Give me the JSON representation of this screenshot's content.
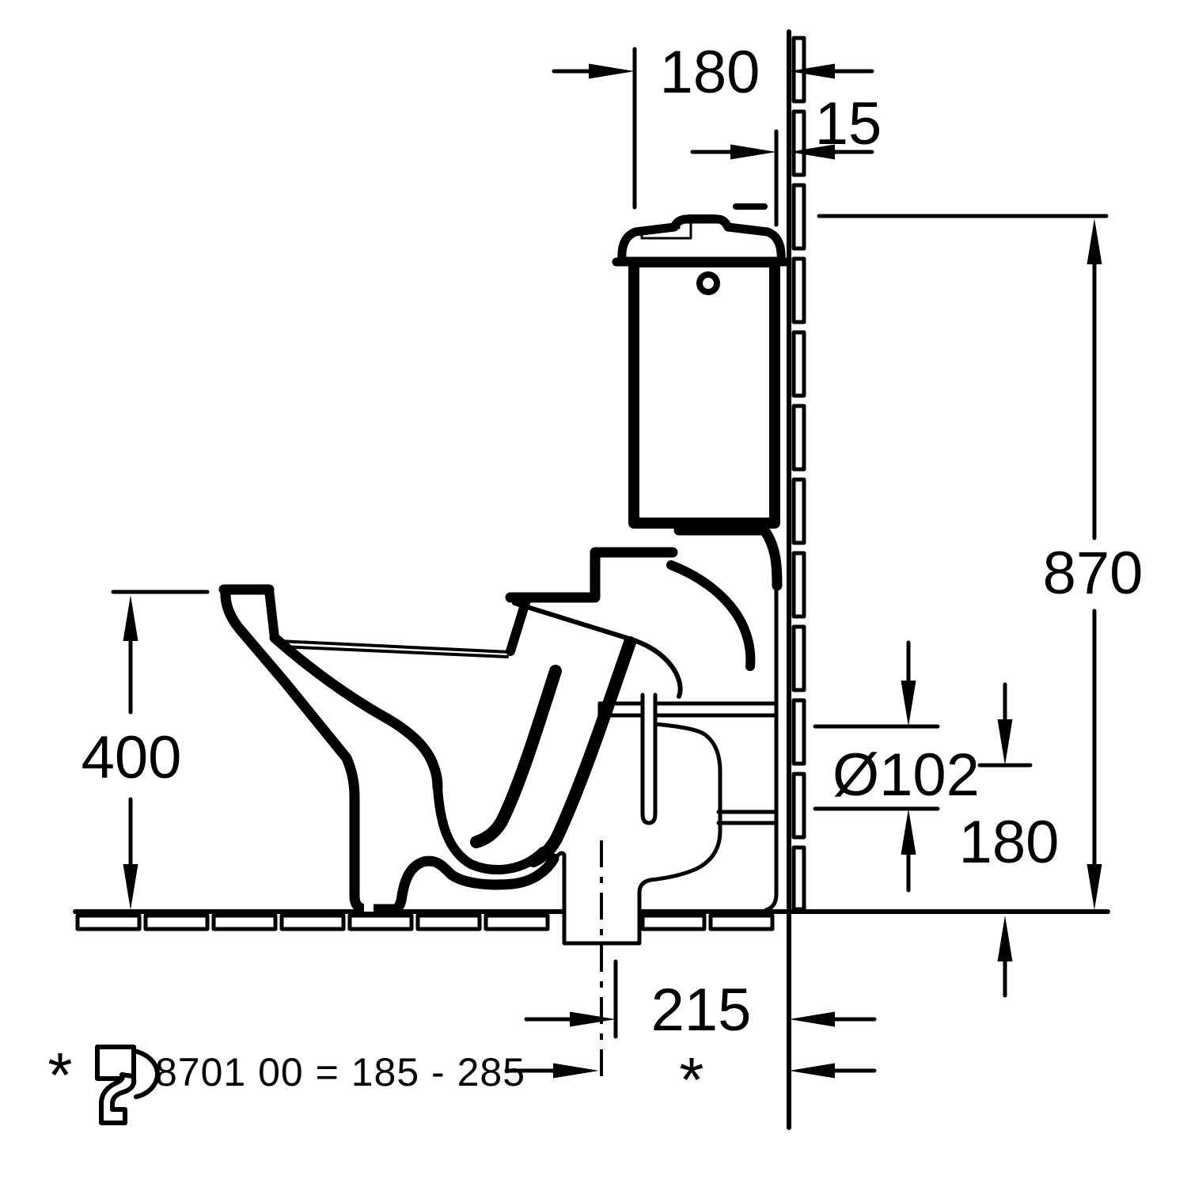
{
  "drawing": {
    "type": "technical-dimension-drawing",
    "background": "#ffffff",
    "line_color": "#000000",
    "accent_color": "#e8c778"
  },
  "dimensions": {
    "top_offset": "180",
    "wall_gap": "15",
    "overall_height": "870",
    "rim_height": "400",
    "outlet_diameter": "Ø102",
    "outlet_axis_height": "180",
    "outlet_floor_distance": "215"
  },
  "annotations": {
    "asterisk": "*",
    "vario_note": "8701 00 = 185 - 285"
  }
}
